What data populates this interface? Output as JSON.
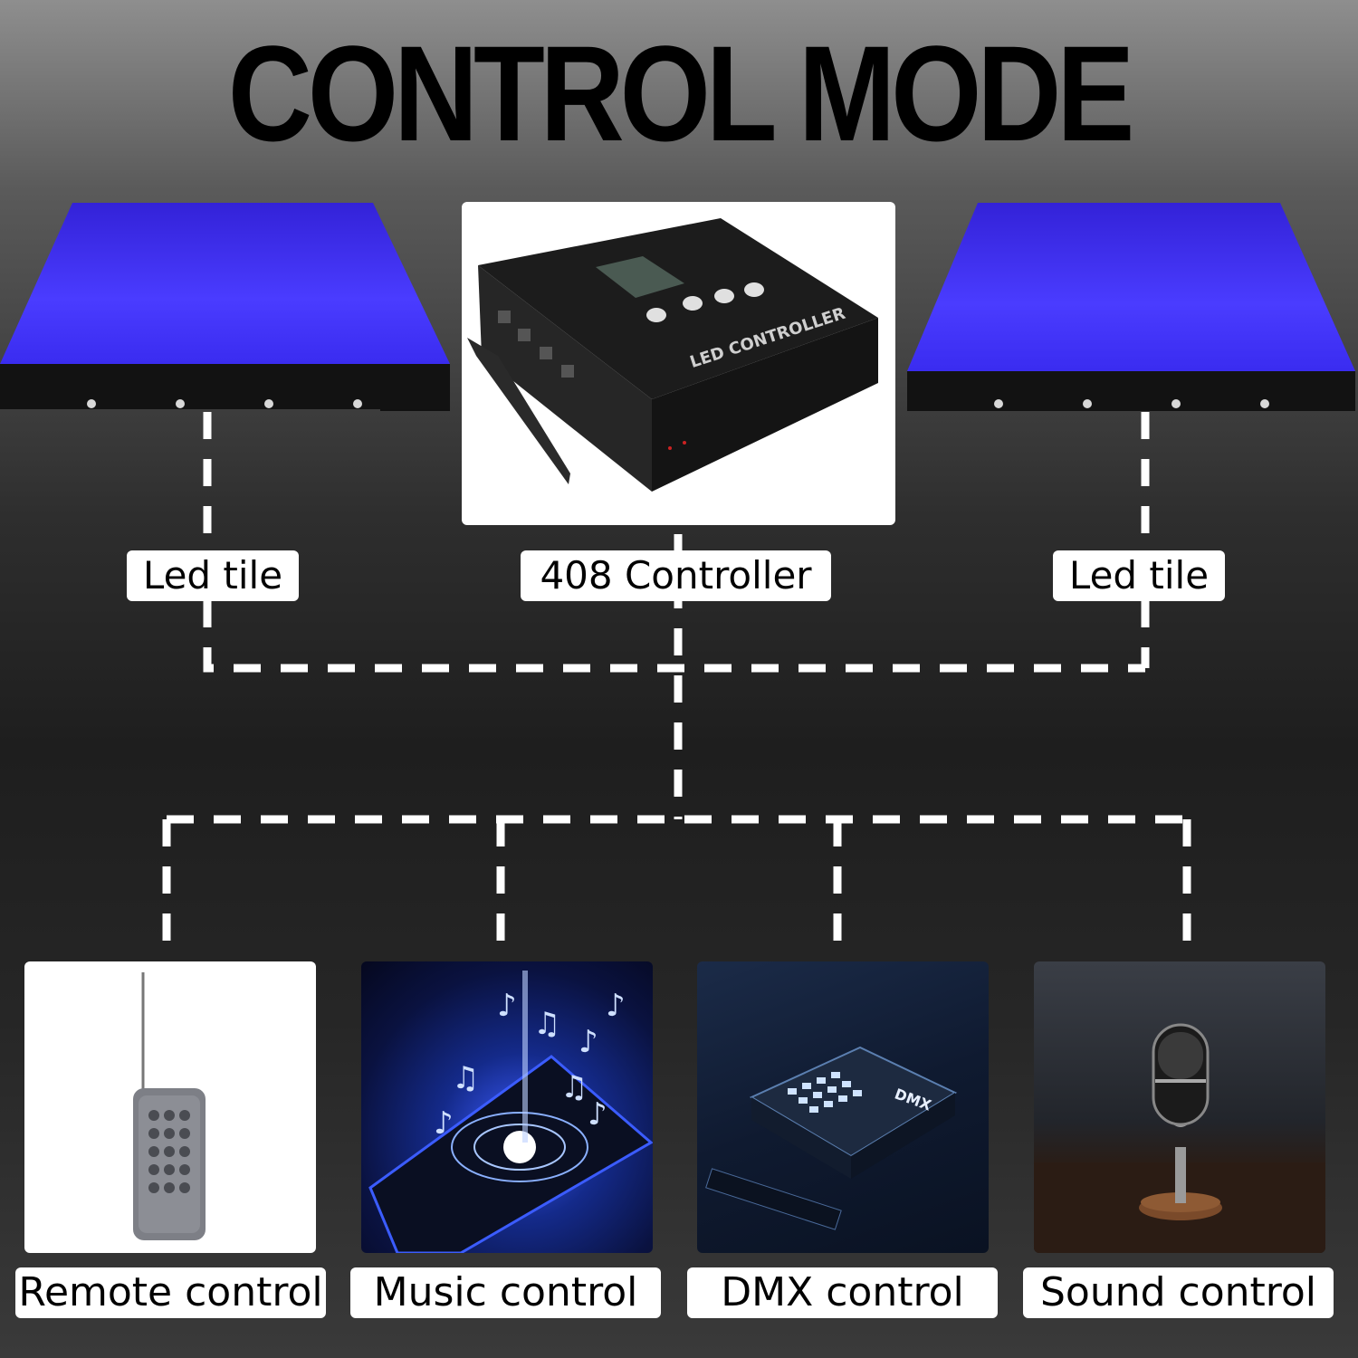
{
  "title": "CONTROL MODE",
  "top_labels": {
    "left_tile": "Led tile",
    "controller": "408 Controller",
    "right_tile": "Led tile"
  },
  "device": {
    "brand_text": "LED CONTROLLER"
  },
  "bottom_labels": {
    "remote": "Remote control",
    "music": "Music control",
    "dmx": "DMX control",
    "sound": "Sound control"
  },
  "dmx_panel_text": "DMX",
  "colors": {
    "tile_blue": "#3a2cf0",
    "connector": "#ffffff",
    "title": "#000000"
  },
  "icons": [
    "led-tile",
    "led-controller",
    "remote-icon",
    "music-phone-icon",
    "dmx-console-icon",
    "microphone-icon"
  ]
}
